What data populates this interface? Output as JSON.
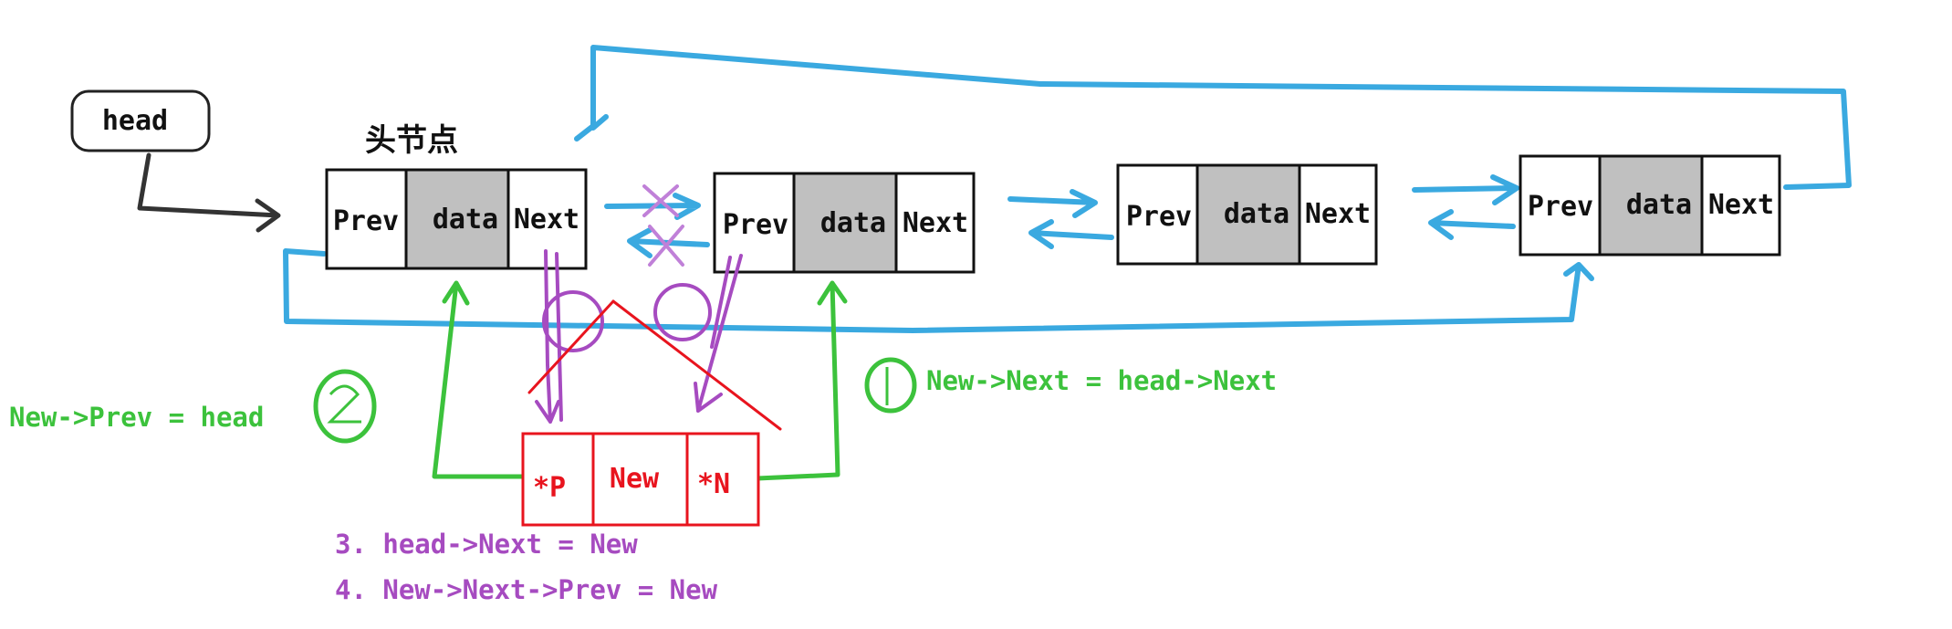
{
  "head_label": "head",
  "head_node_caption": "头节点",
  "nodes": [
    {
      "prev": "Prev",
      "data": "data",
      "next": "Next"
    },
    {
      "prev": "Prev",
      "data": "data",
      "next": "Next"
    },
    {
      "prev": "Prev",
      "data": "data",
      "next": "Next"
    },
    {
      "prev": "Prev",
      "data": "data",
      "next": "Next"
    }
  ],
  "new_node": {
    "p": "*P",
    "name": "New",
    "n": "*N"
  },
  "annotations": {
    "step1": "New->Next = head->Next",
    "step2": "New->Prev = head",
    "step3": "3. head->Next = New",
    "step4": "4. New->Next->Prev = New"
  },
  "colors": {
    "blue": "#3aa9e0",
    "green": "#3cc23c",
    "purple": "#a64bc0",
    "red": "#e8141e",
    "gray": "#c0c0c0",
    "dark": "#333333"
  }
}
